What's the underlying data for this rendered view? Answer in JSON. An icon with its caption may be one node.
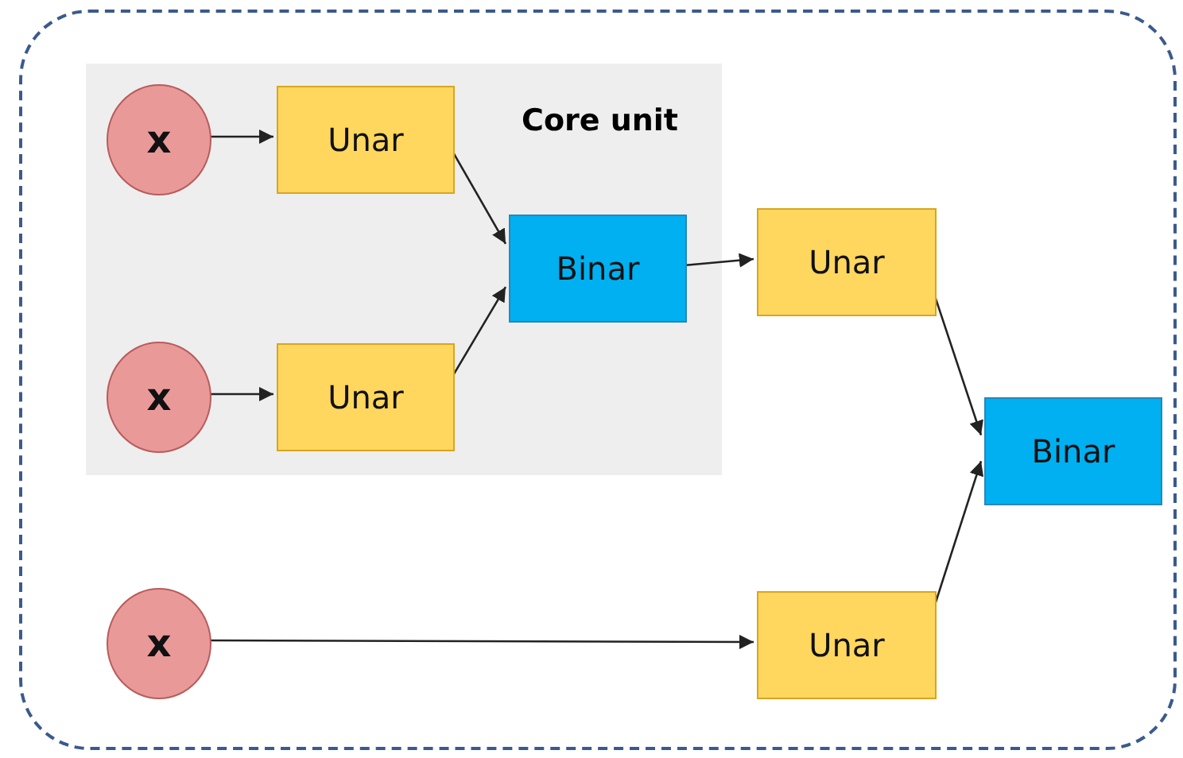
{
  "diagram": {
    "nodes": [
      {
        "text": [],
        "shape": "box"
      },
      {
        "text": [
          "Core unit"
        ],
        "in": 0
      },
      {
        "text": [
          "x"
        ],
        "in": 1
      },
      {
        "text": [
          "Unar"
        ],
        "in": 1
      },
      {
        "text": [
          "x"
        ],
        "in": 1
      },
      {
        "text": [
          "Unar"
        ],
        "in": 1
      },
      {
        "text": [
          "Binar"
        ],
        "in": 1
      },
      {
        "text": [
          "Unar"
        ],
        "in": 0
      },
      {
        "text": [
          "Binar"
        ],
        "in": 0
      },
      {
        "text": [
          "x"
        ],
        "in": 0
      },
      {
        "text": [
          "Unar"
        ],
        "in": 0
      }
    ],
    "edges": [
      {
        "from": 2,
        "to": 3,
        "arrow": "to"
      },
      {
        "from": 4,
        "to": 5,
        "arrow": "to"
      },
      {
        "from": 3,
        "to": 6,
        "arrow": "to"
      },
      {
        "from": 5,
        "to": 6,
        "arrow": "to"
      },
      {
        "from": 6,
        "to": 7,
        "arrow": "to"
      },
      {
        "from": 7,
        "to": 8,
        "arrow": "to"
      },
      {
        "from": 9,
        "to": 10,
        "arrow": "to"
      },
      {
        "from": 10,
        "to": 8,
        "arrow": "to"
      }
    ]
  }
}
